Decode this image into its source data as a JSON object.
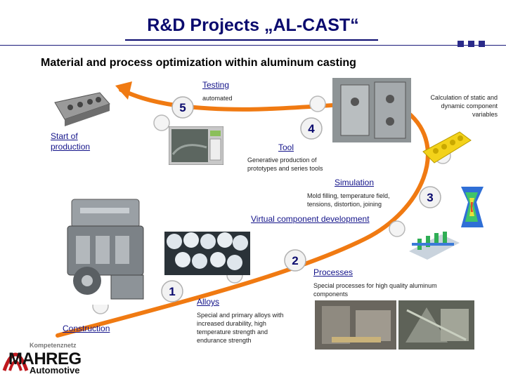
{
  "title": "R&D Projects „AL-CAST“",
  "subtitle": "Material and process optimization within aluminum casting",
  "steps": {
    "construction": {
      "label": "Construction"
    },
    "alloys": {
      "label": "Alloys",
      "description": "Special and primary alloys with increased durability, high temperature strength and endurance strength"
    },
    "processes": {
      "label": "Processes",
      "description": "Special processes for high quality aluminum components"
    },
    "virtual": {
      "label": "Virtual component development"
    },
    "simulation": {
      "label": "Simulation",
      "description": "Mold filling, temperature field, tensions, distortion, joining"
    },
    "tool": {
      "label": "Tool",
      "description": "Generative production of prototypes and series tools"
    },
    "start": {
      "label": "Start of production"
    },
    "testing": {
      "label": "Testing",
      "automated": "automated",
      "description": "Calculation of static and dynamic component variables"
    }
  },
  "numbers": [
    "1",
    "2",
    "3",
    "4",
    "5"
  ],
  "logo": {
    "tagline": "Kompetenznetz",
    "name": "MAHREG",
    "sub": "Automotive"
  },
  "colors": {
    "arrow": "#f07a12",
    "title": "#0a0a6e",
    "link": "#14148a"
  }
}
